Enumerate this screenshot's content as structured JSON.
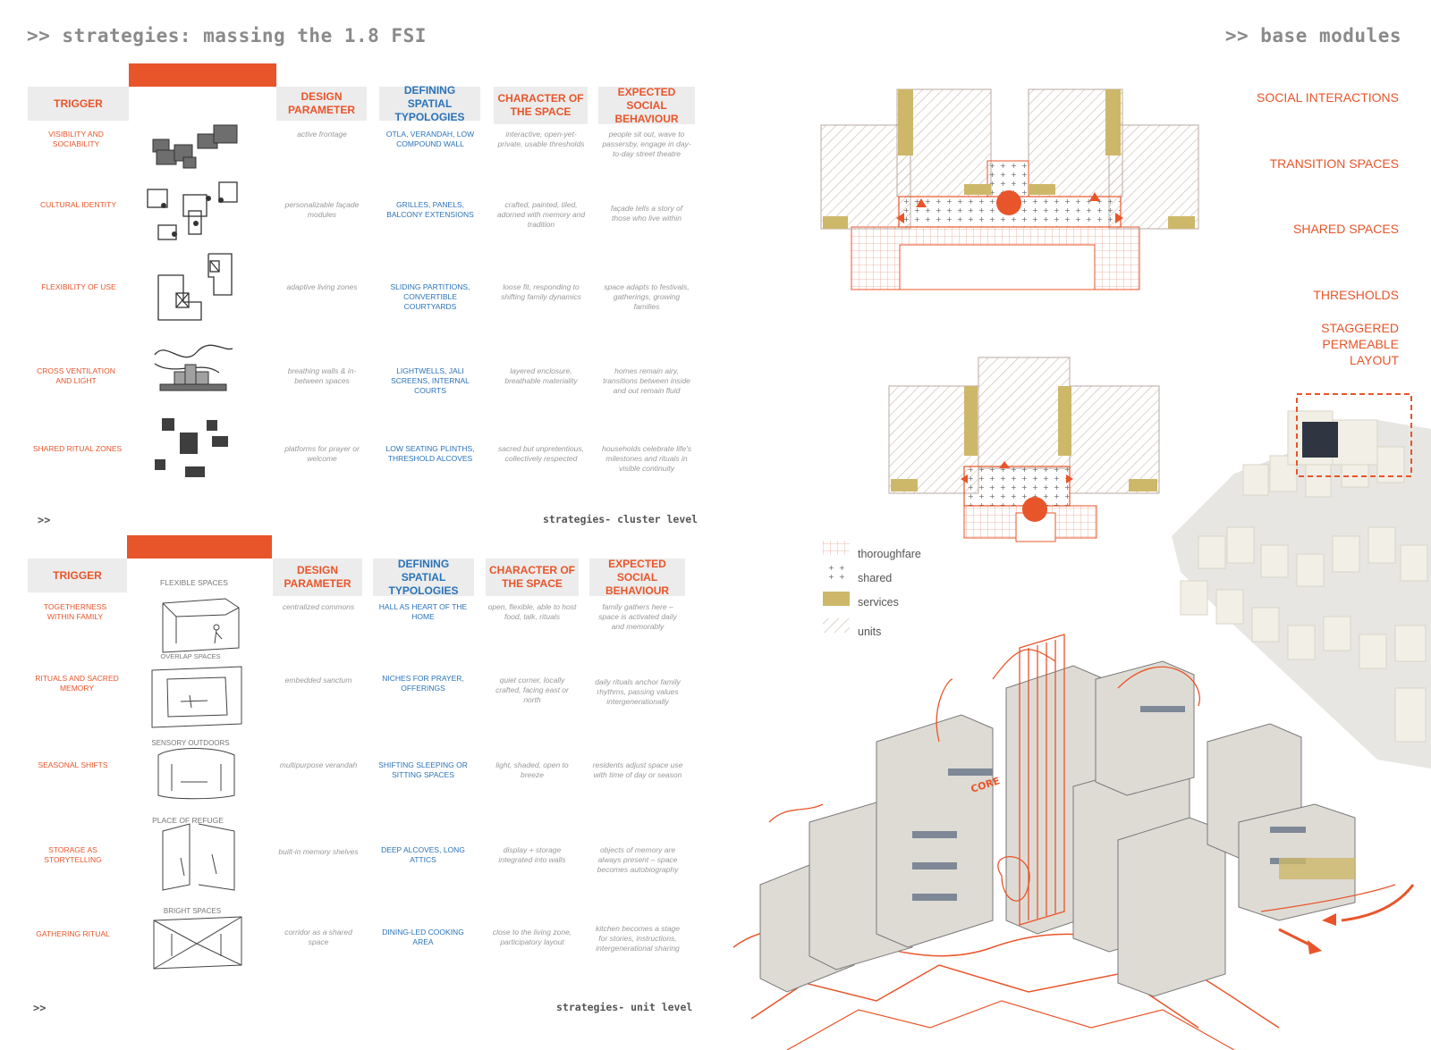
{
  "header": {
    "left_title": ">> strategies: massing the 1.8 FSI",
    "right_title": ">> base modules"
  },
  "columns": {
    "trigger": "TRIGGER",
    "design_parameter": "DESIGN PARAMETER",
    "defining_spatial_typologies": "DEFINING SPATIAL TYPOLOGIES",
    "character_of_the_space": "CHARACTER OF THE SPACE",
    "expected_social_behaviour": "EXPECTED SOCIAL BEHAVIOUR"
  },
  "cluster_table": {
    "caption": "strategies- cluster level",
    "chevron": ">>",
    "rows": [
      {
        "trigger": "VISIBILITY AND SOCIABILITY",
        "parameter": "active frontage",
        "typology": "OTLA, VERANDAH, LOW COMPOUND WALL",
        "character": "interactive, open-yet-private, usable thresholds",
        "behaviour": "people sit out, wave to passersby, engage in day-to-day street theatre"
      },
      {
        "trigger": "CULTURAL IDENTITY",
        "parameter": "personalizable façade modules",
        "typology": "GRILLES, PANELS, BALCONY EXTENSIONS",
        "character": "crafted, painted, tiled, adorned with memory and tradition",
        "behaviour": "façade tells a story of those who live within"
      },
      {
        "trigger": "FLEXIBILITY OF USE",
        "parameter": "adaptive living zones",
        "typology": "SLIDING PARTITIONS, CONVERTIBLE COURTYARDS",
        "character": "loose fit, responding to shifting family dynamics",
        "behaviour": "space adapts to festivals, gatherings, growing families"
      },
      {
        "trigger": "CROSS VENTILATION AND LIGHT",
        "parameter": "breathing walls & in-between spaces",
        "typology": "LIGHTWELLS, JALI SCREENS, INTERNAL COURTS",
        "character": "layered enclosure, breathable materiality",
        "behaviour": "homes remain airy, transitions between inside and out remain fluid"
      },
      {
        "trigger": "SHARED RITUAL ZONES",
        "parameter": "platforms for prayer or welcome",
        "typology": "LOW SEATING PLINTHS, THRESHOLD ALCOVES",
        "character": "sacred but unpretentious, collectively respected",
        "behaviour": "households celebrate life's milestones and rituals in visible continuity"
      }
    ]
  },
  "unit_table": {
    "caption": "strategies- unit level",
    "chevron": ">>",
    "sketch_labels": [
      "FLEXIBLE SPACES",
      "OVERLAP SPACES",
      "SENSORY OUTDOORS",
      "PLACE OF REFUGE",
      "BRIGHT SPACES"
    ],
    "rows": [
      {
        "trigger": "TOGETHERNESS WITHIN FAMILY",
        "parameter": "centralized commons",
        "typology": "HALL AS HEART OF THE HOME",
        "character": "open, flexible, able to host food, talk, rituals",
        "behaviour": "family gathers here – space is activated daily and memorably"
      },
      {
        "trigger": "RITUALS AND SACRED MEMORY",
        "parameter": "embedded sanctum",
        "typology": "NICHES FOR PRAYER, OFFERINGS",
        "character": "quiet corner, locally crafted, facing east or north",
        "behaviour": "daily rituals anchor family rhythms, passing values intergenerationally"
      },
      {
        "trigger": "SEASONAL SHIFTS",
        "parameter": "multipurpose verandah",
        "typology": "SHIFTING SLEEPING OR SITTING SPACES",
        "character": "light, shaded, open to breeze",
        "behaviour": "residents adjust space use with time of day or season"
      },
      {
        "trigger": "STORAGE AS STORYTELLING",
        "parameter": "built-in memory shelves",
        "typology": "DEEP ALCOVES, LONG ATTICS",
        "character": "display + storage integrated into walls",
        "behaviour": "objects of memory are always present – space becomes autobiography"
      },
      {
        "trigger": "GATHERING RITUAL",
        "parameter": "corridor as a shared space",
        "typology": "DINING-LED COOKING AREA",
        "character": "close to the living zone, participatory layout",
        "behaviour": "kitchen becomes a stage for stories, instructions, intergenerational sharing"
      }
    ]
  },
  "right_labels": [
    "SOCIAL INTERACTIONS",
    "TRANSITION SPACES",
    "SHARED SPACES",
    "THRESHOLDS",
    "STAGGERED PERMEABLE LAYOUT"
  ],
  "legend": [
    {
      "name": "thoroughfare",
      "label": "thoroughfare"
    },
    {
      "name": "shared",
      "label": "shared"
    },
    {
      "name": "services",
      "label": "services"
    },
    {
      "name": "units",
      "label": "units"
    }
  ],
  "sketch_annotation": "CORE",
  "colors": {
    "accent_orange": "#e8552a",
    "accent_blue": "#2a73b8",
    "services_gold": "#cdb86a",
    "header_grey": "#ececec",
    "hatch_grey": "#c8b8ae"
  }
}
